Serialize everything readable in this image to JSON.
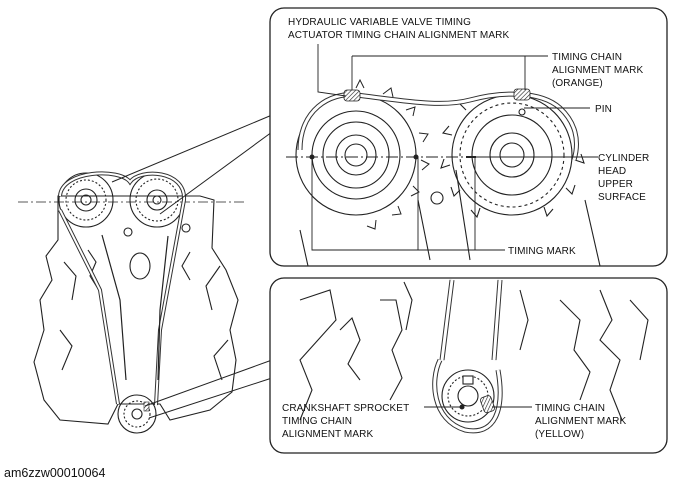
{
  "diagram": {
    "caption": "am6zzw00010064",
    "labels": {
      "actuator_mark_line1": "HYDRAULIC VARIABLE VALVE TIMING",
      "actuator_mark_line2": "ACTUATOR TIMING CHAIN ALIGNMENT MARK",
      "chain_mark_orange_line1": "TIMING CHAIN",
      "chain_mark_orange_line2": "ALIGNMENT MARK",
      "chain_mark_orange_line3": "(ORANGE)",
      "pin": "PIN",
      "cyl_head_line1": "CYLINDER",
      "cyl_head_line2": "HEAD",
      "cyl_head_line3": "UPPER",
      "cyl_head_line4": "SURFACE",
      "timing_mark": "TIMING MARK",
      "crank_line1": "CRANKSHAFT SPROCKET",
      "crank_line2": "TIMING CHAIN",
      "crank_line3": "ALIGNMENT MARK",
      "chain_mark_yellow_line1": "TIMING CHAIN",
      "chain_mark_yellow_line2": "ALIGNMENT MARK",
      "chain_mark_yellow_line3": "(YELLOW)"
    }
  }
}
